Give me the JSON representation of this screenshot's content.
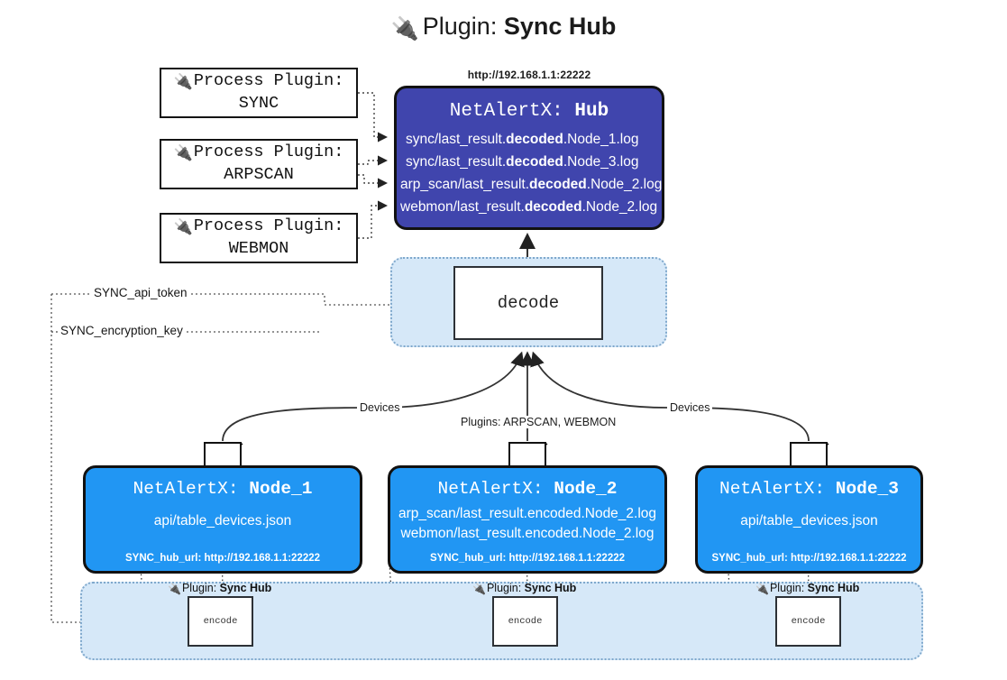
{
  "title": {
    "icon": "plug-icon",
    "prefix": "Plugin:",
    "name": "Sync Hub"
  },
  "process_plugins": [
    {
      "icon": "plug-icon",
      "line1": "Process Plugin:",
      "line2": "SYNC"
    },
    {
      "icon": "plug-icon",
      "line1": "Process Plugin:",
      "line2": "ARPSCAN"
    },
    {
      "icon": "plug-icon",
      "line1": "Process Plugin:",
      "line2": "WEBMON"
    }
  ],
  "hub": {
    "url": "http://192.168.1.1:22222",
    "title_prefix": "NetAlertX:",
    "title_name": "Hub",
    "logs": [
      {
        "pre": "sync/last_result.",
        "mid": "decoded",
        "post": ".Node_1.log"
      },
      {
        "pre": "sync/last_result.",
        "mid": "decoded",
        "post": ".Node_3.log"
      },
      {
        "pre": "arp_scan/last_result.",
        "mid": "decoded",
        "post": ".Node_2.log"
      },
      {
        "pre": "webmon/last_result.",
        "mid": "decoded",
        "post": ".Node_2.log"
      }
    ]
  },
  "decode": {
    "label": "decode"
  },
  "tokens": [
    {
      "label": "SYNC_api_token"
    },
    {
      "label": "SYNC_encryption_key"
    }
  ],
  "edge_labels": {
    "devices_left": "Devices",
    "devices_right": "Devices",
    "plugins_center": "Plugins: ARPSCAN, WEBMON"
  },
  "nodes": [
    {
      "title_prefix": "NetAlertX:",
      "title_name": "Node_1",
      "lines": [
        "api/table_devices.json"
      ],
      "footer": "SYNC_hub_url: http://192.168.1.1:22222",
      "envelope_icon": "envelope-icon"
    },
    {
      "title_prefix": "NetAlertX:",
      "title_name": "Node_2",
      "lines": [
        "arp_scan/last_result.encoded.Node_2.log",
        "webmon/last_result.encoded.Node_2.log"
      ],
      "footer": "SYNC_hub_url: http://192.168.1.1:22222",
      "envelope_icon": "envelope-icon"
    },
    {
      "title_prefix": "NetAlertX:",
      "title_name": "Node_3",
      "lines": [
        "api/table_devices.json"
      ],
      "footer": "SYNC_hub_url: http://192.168.1.1:22222",
      "envelope_icon": "envelope-icon"
    }
  ],
  "encoders": [
    {
      "icon": "plug-icon",
      "prefix": "Plugin:",
      "name": "Sync Hub",
      "box_label": "encode"
    },
    {
      "icon": "plug-icon",
      "prefix": "Plugin:",
      "name": "Sync Hub",
      "box_label": "encode"
    },
    {
      "icon": "plug-icon",
      "prefix": "Plugin:",
      "name": "Sync Hub",
      "box_label": "encode"
    }
  ],
  "colors": {
    "hub_purple": "#4045ad",
    "node_blue": "#2196f3",
    "band_blue": "#d6e8f8",
    "band_border": "#7fa8cc",
    "stroke": "#111111",
    "background": "#ffffff"
  }
}
